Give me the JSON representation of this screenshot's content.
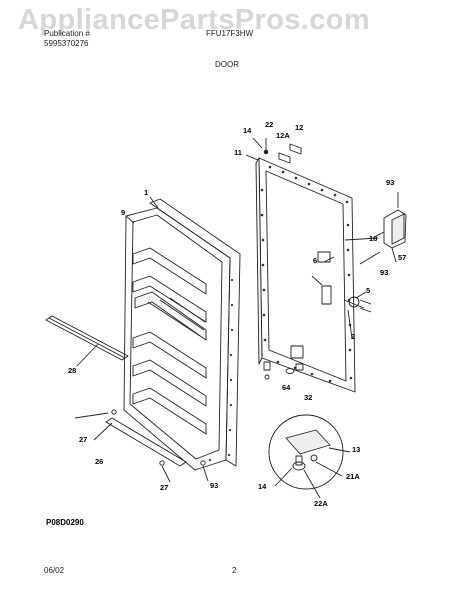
{
  "watermark": "AppliancePartsPros.com",
  "header": {
    "publication_label": "Publication #",
    "publication_number": "5995370276",
    "model_line": "FFU17F3HW",
    "section": "DOOR"
  },
  "diagram_id": "P08D0290",
  "footer": {
    "date": "06/02",
    "page": "2"
  },
  "callouts": [
    "1",
    "2",
    "5",
    "6",
    "9",
    "11",
    "12",
    "12A",
    "13",
    "14",
    "14",
    "18",
    "21A",
    "22",
    "22A",
    "26",
    "27",
    "27",
    "28",
    "32",
    "57",
    "64",
    "93",
    "93",
    "93"
  ]
}
